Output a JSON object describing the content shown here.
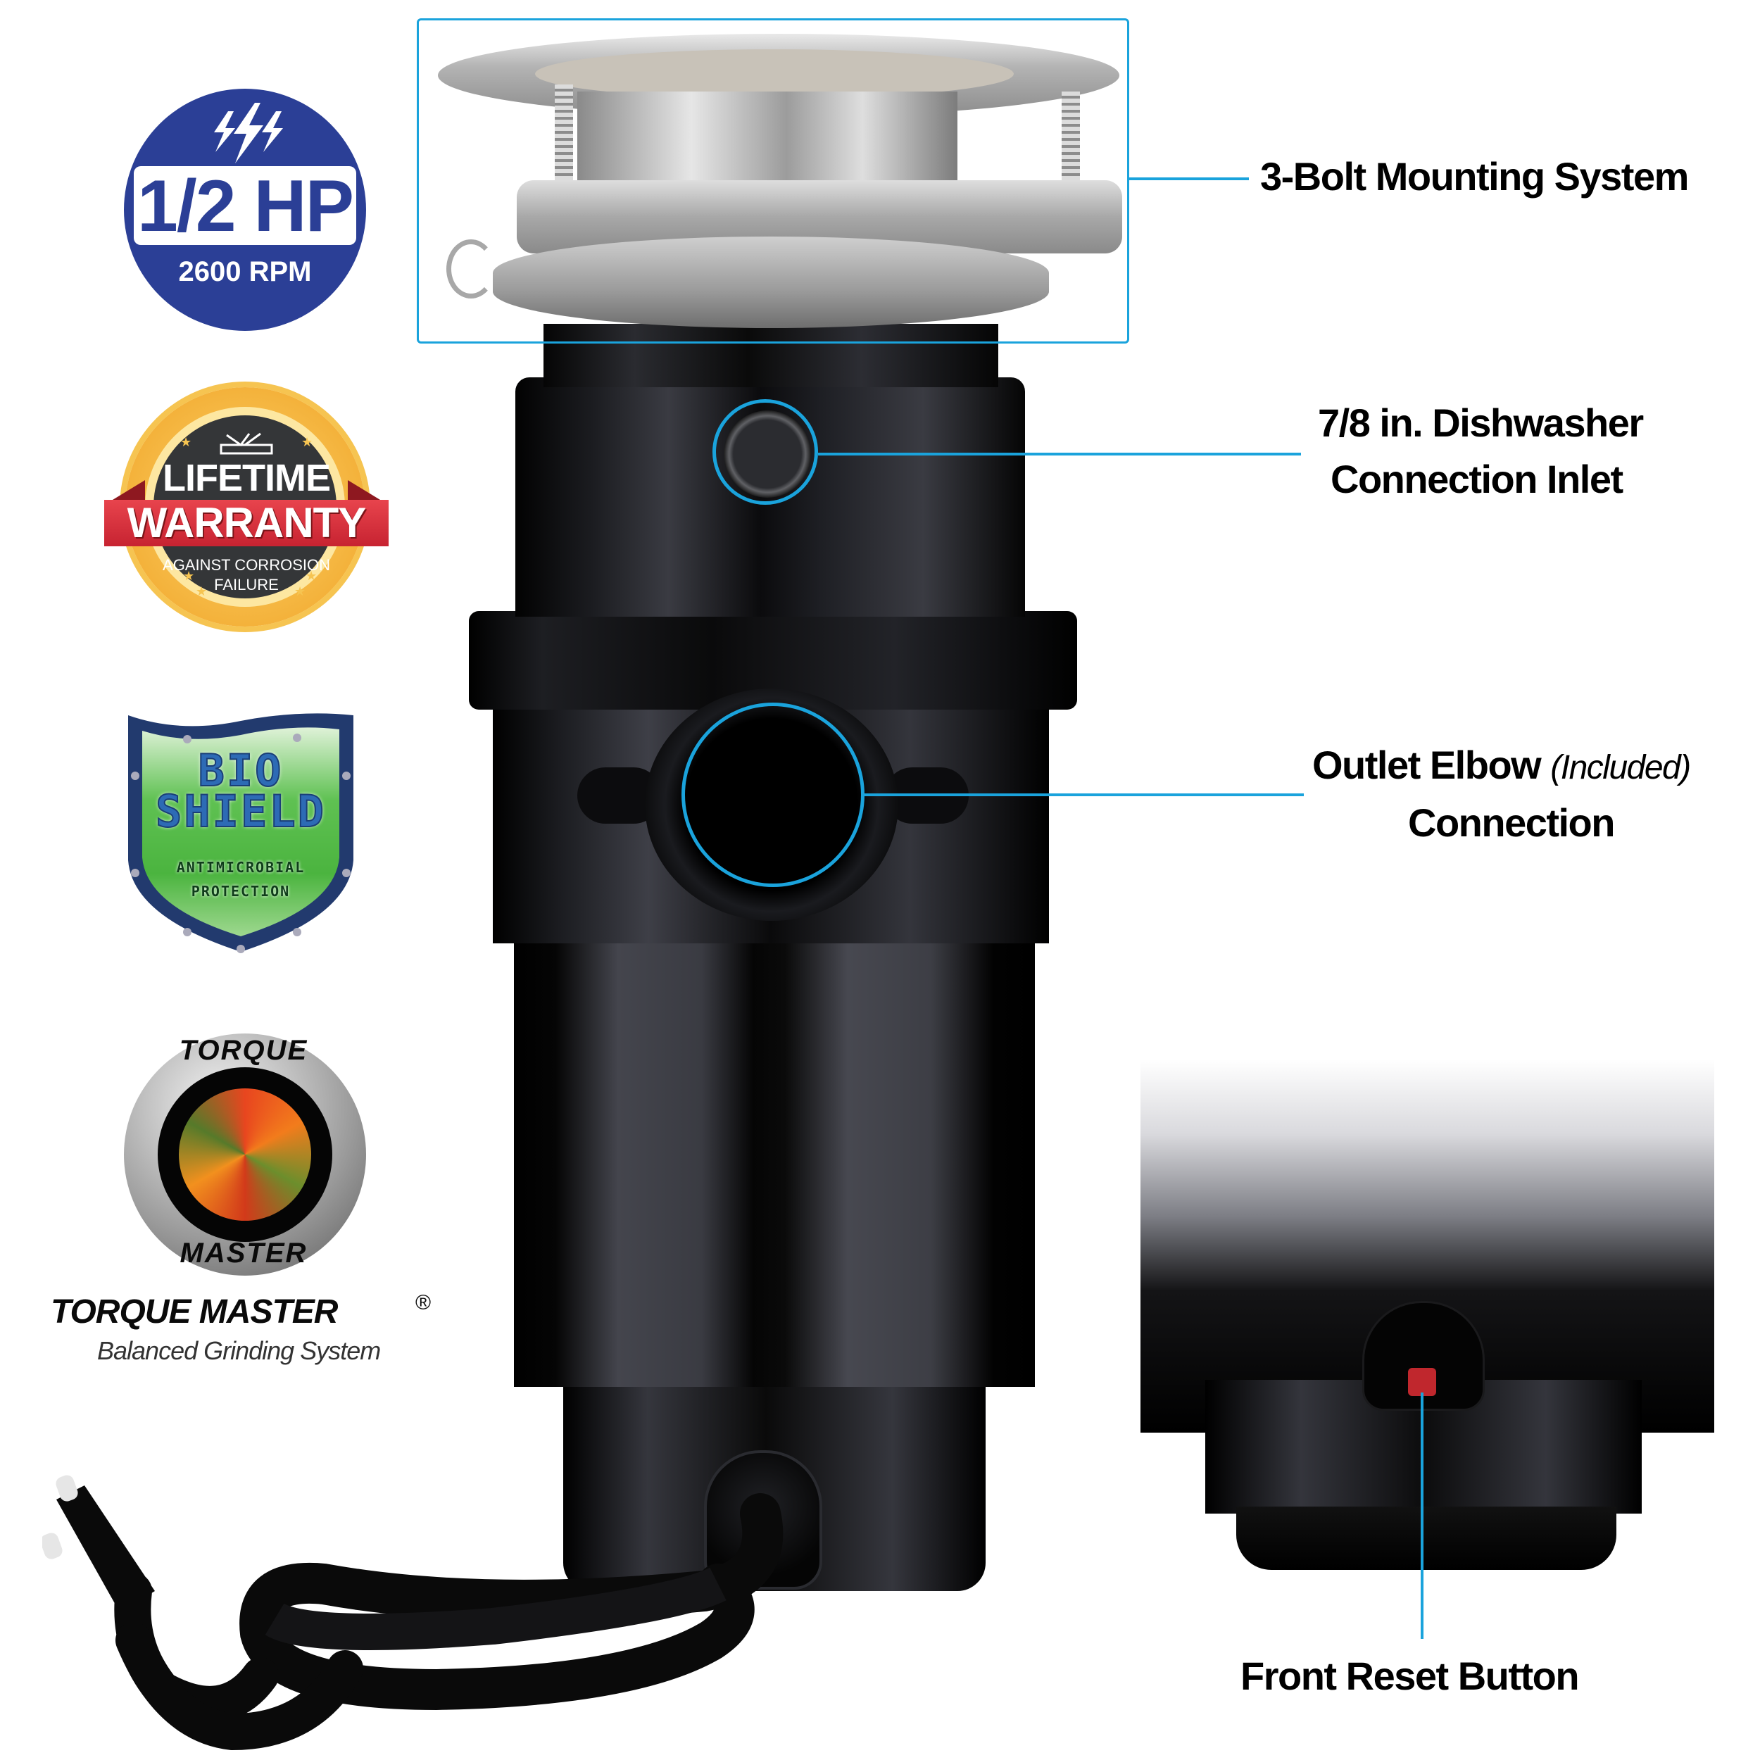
{
  "badges": {
    "horsepower": {
      "icon": "lightning-bolts-icon",
      "value": "1/2 HP",
      "rpm": "2600 RPM",
      "color": "#2b3f96"
    },
    "warranty": {
      "line1": "LIFETIME",
      "line2": "WARRANTY",
      "line3": "AGAINST CORROSION",
      "line4": "FAILURE",
      "ribbon_color": "#d0303a",
      "gold_color": "#f4b23b"
    },
    "bioshield": {
      "line1": "BIO",
      "line2": "SHIELD",
      "line3": "ANTIMICROBIAL",
      "line4": "PROTECTION",
      "shield_color": "#4fb848",
      "border_color": "#223a6e"
    },
    "torque_master": {
      "ring_top": "TORQUE",
      "ring_bottom": "MASTER",
      "title": "TORQUE MASTER",
      "registered": "®",
      "subtitle": "Balanced Grinding System"
    }
  },
  "callouts": {
    "accent_color": "#1aa3dc",
    "mounting": "3-Bolt Mounting System",
    "dishwasher_line1": "7/8 in. Dishwasher",
    "dishwasher_line2": "Connection Inlet",
    "outlet_line1": "Outlet Elbow",
    "outlet_note": "(Included)",
    "outlet_line2": "Connection",
    "reset": "Front Reset Button"
  },
  "product": {
    "reset_button_color": "#c0272d"
  }
}
